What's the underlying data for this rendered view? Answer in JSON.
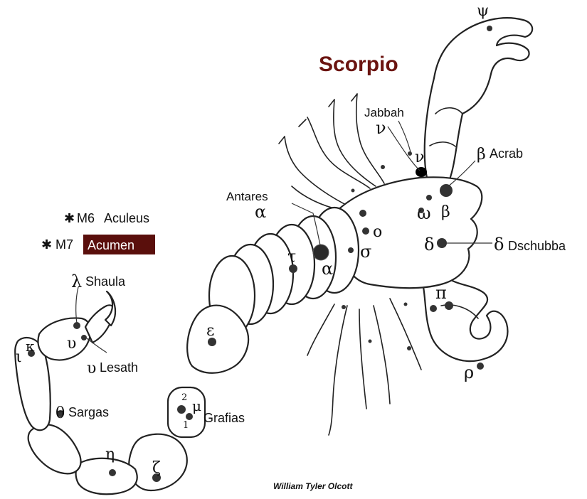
{
  "title": "Scorpio",
  "colors": {
    "title": "#6b1410",
    "acumen_bg": "#5a0f0c",
    "acumen_text": "#ffffff",
    "ink": "#222222"
  },
  "credit": "William Tyler Olcott",
  "clusters": {
    "m6": {
      "symbol": "✱",
      "code": "M6",
      "name": "Aculeus"
    },
    "m7": {
      "symbol": "✱",
      "code": "M7",
      "name": "Acumen"
    }
  },
  "star_names": {
    "jabbah": "Jabbah",
    "acrab": "Acrab",
    "antares": "Antares",
    "dschubba": "Dschubba",
    "shaula": "Shaula",
    "lesath": "Lesath",
    "sargas": "Sargas",
    "grafias": "Grafias"
  },
  "greek": {
    "psi": "ψ",
    "nu_top": "ν",
    "nu_star": "ν",
    "beta_acrab": "β",
    "omega": "ω",
    "beta": "β",
    "alpha_antares": "α",
    "o": "o",
    "sigma": "σ",
    "alpha": "α",
    "tau": "τ",
    "delta": "δ",
    "delta_dschubba": "δ",
    "pi": "π",
    "rho": "ρ",
    "epsilon": "ε",
    "lambda": "λ",
    "kappa": "κ",
    "upsilon": "υ",
    "upsilon_lesath": "υ",
    "iota": "ι",
    "theta": "θ",
    "mu": "μ",
    "mu_2": "2",
    "mu_1": "1",
    "eta": "η",
    "zeta": "ζ"
  }
}
